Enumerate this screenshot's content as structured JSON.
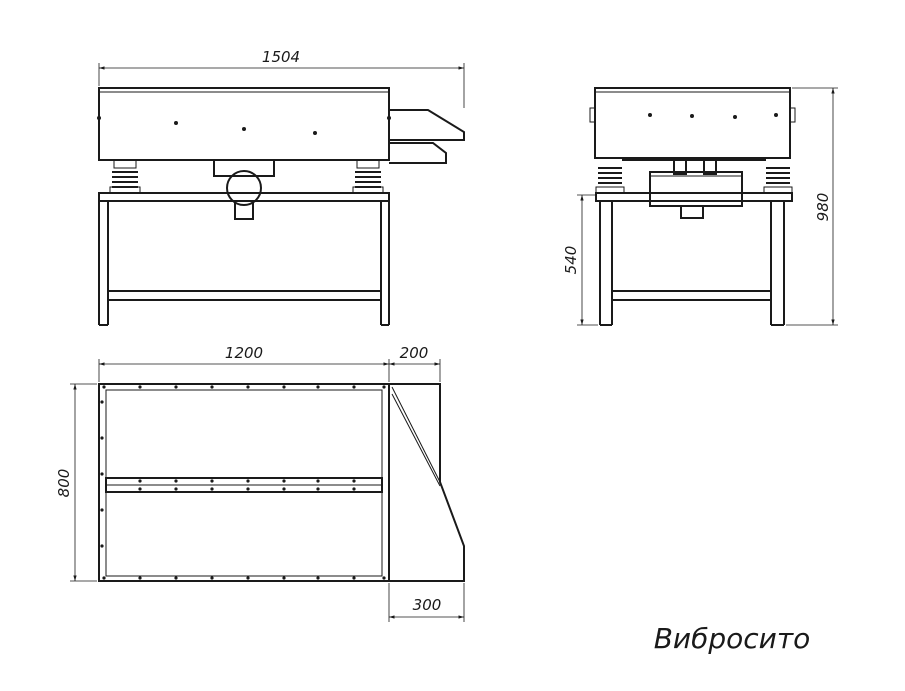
{
  "drawing": {
    "title": "Вибросито",
    "dimensions": {
      "front_width": "1504",
      "side_height": "980",
      "side_table_height": "540",
      "plan_length": "1200",
      "plan_chute": "200",
      "plan_width": "800",
      "plan_chute_bottom": "300"
    }
  }
}
